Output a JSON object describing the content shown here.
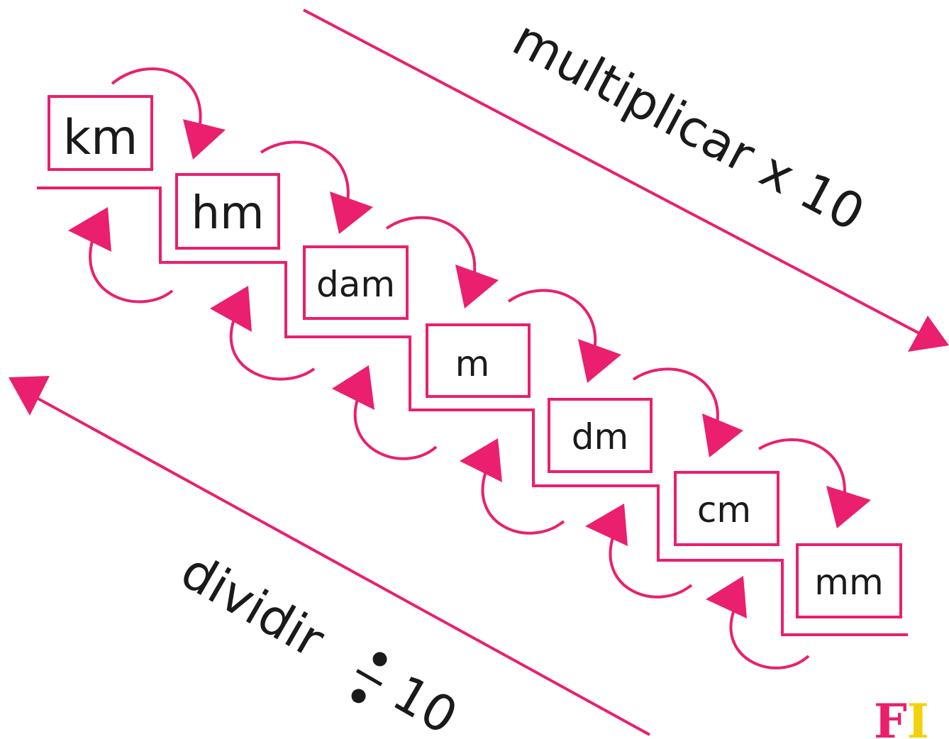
{
  "diagram": {
    "units": [
      "km",
      "hm",
      "dam",
      "m",
      "dm",
      "cm",
      "mm"
    ],
    "multiply_label": "multiplicar x 10",
    "divide_prefix": "dividir",
    "divide_number": "10",
    "logo_text": "FI",
    "colors": {
      "accent": "#ea1f6e",
      "text": "#1a1a1a",
      "logo_primary": "#ea1f6e",
      "logo_secondary": "#f2d10a"
    }
  }
}
